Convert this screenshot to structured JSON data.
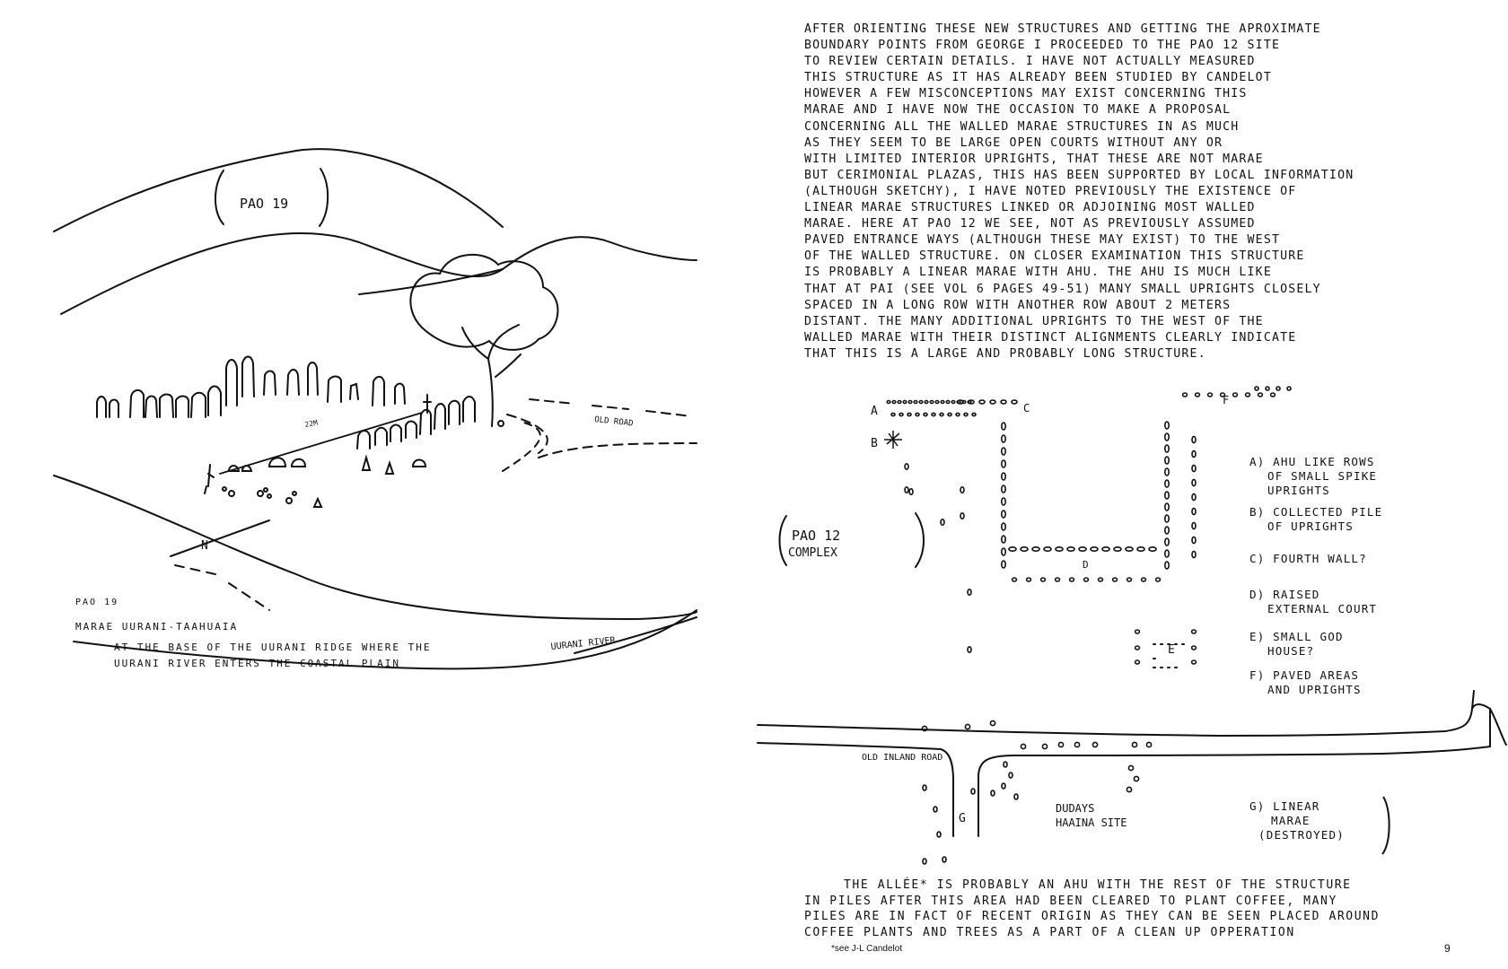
{
  "left_page": {
    "site_label": "PAO 19",
    "sketch_labels": {
      "old_road": "OLD ROAD",
      "north": "N",
      "distance": "22M",
      "river": "UURANI RIVER"
    },
    "caption": {
      "code": "PAO 19",
      "name": "MARAE UURANI-TAAHUAIA",
      "line1": "AT THE BASE OF THE UURANI RIDGE WHERE THE",
      "line2": "UURANI RIVER ENTERS THE COASTAL PLAIN"
    }
  },
  "right_page": {
    "narrative": [
      "AFTER ORIENTING THESE NEW STRUCTURES AND GETTING THE APROXIMATE",
      "BOUNDARY POINTS FROM GEORGE I PROCEEDED TO THE PAO 12 SITE",
      "TO REVIEW CERTAIN DETAILS. I HAVE NOT ACTUALLY MEASURED",
      "THIS STRUCTURE AS IT HAS ALREADY BEEN STUDIED BY CANDELOT",
      "HOWEVER A FEW MISCONCEPTIONS MAY EXIST CONCERNING THIS",
      "MARAE AND I HAVE NOW THE OCCASION TO MAKE A PROPOSAL",
      "CONCERNING ALL THE WALLED MARAE STRUCTURES IN AS MUCH",
      "AS THEY SEEM TO BE LARGE OPEN COURTS WITHOUT ANY OR",
      "WITH LIMITED INTERIOR UPRIGHTS, THAT THESE ARE NOT MARAE",
      "BUT CERIMONIAL PLAZAS, THIS HAS BEEN SUPPORTED BY LOCAL INFORMATION",
      "(ALTHOUGH SKETCHY), I HAVE NOTED PREVIOUSLY THE EXISTENCE OF",
      "LINEAR MARAE STRUCTURES LINKED OR ADJOINING MOST WALLED",
      "MARAE. HERE AT PAO 12 WE SEE, NOT AS PREVIOUSLY ASSUMED",
      "PAVED ENTRANCE WAYS (ALTHOUGH THESE MAY EXIST) TO THE WEST",
      "OF THE WALLED STRUCTURE. ON CLOSER EXAMINATION THIS STRUCTURE",
      "IS PROBABLY A LINEAR MARAE WITH AHU. THE AHU IS MUCH LIKE",
      "THAT AT PAI (SEE VOL 6 PAGES 49-51) MANY SMALL UPRIGHTS CLOSELY",
      "SPACED IN A LONG ROW WITH ANOTHER ROW ABOUT 2 METERS",
      "DISTANT. THE MANY ADDITIONAL UPRIGHTS TO THE WEST OF THE",
      "WALLED MARAE WITH THEIR DISTINCT ALIGNMENTS CLEARLY INDICATE",
      "THAT THIS IS A LARGE AND PROBABLY LONG STRUCTURE."
    ],
    "plan_labels": {
      "a": "A",
      "b": "B",
      "c": "C",
      "d": "D",
      "e": "E",
      "f": "F",
      "g": "G",
      "complex_line1": "PAO 12",
      "complex_line2": "COMPLEX",
      "old_inland_road": "OLD INLAND ROAD",
      "site_line1": "DUDAYS",
      "site_line2": "HAAINA SITE"
    },
    "legend": [
      {
        "lines": [
          "A) AHU LIKE ROWS",
          "OF SMALL SPIKE",
          "UPRIGHTS"
        ]
      },
      {
        "lines": [
          "B) COLLECTED PILE",
          "OF UPRIGHTS"
        ]
      },
      {
        "lines": [
          "C) FOURTH WALL?"
        ]
      },
      {
        "lines": [
          "D) RAISED",
          "EXTERNAL COURT"
        ]
      },
      {
        "lines": [
          "E) SMALL GOD",
          "HOUSE?"
        ]
      },
      {
        "lines": [
          "F) PAVED AREAS",
          "AND UPRIGHTS"
        ]
      },
      {
        "lines": [
          "G) LINEAR",
          "MARAE",
          "(DESTROYED)"
        ]
      }
    ],
    "footer_text": [
      "THE ALLÉE* IS PROBABLY AN AHU WITH THE REST OF THE STRUCTURE",
      "IN PILES AFTER THIS AREA HAD BEEN CLEARED TO PLANT COFFEE, MANY",
      "PILES ARE IN FACT OF RECENT ORIGIN AS THEY CAN BE SEEN PLACED AROUND",
      "COFFEE PLANTS AND TREES AS A PART OF A CLEAN UP OPPERATION"
    ],
    "footnote": "*see J-L Candelot",
    "page_number": "9"
  }
}
